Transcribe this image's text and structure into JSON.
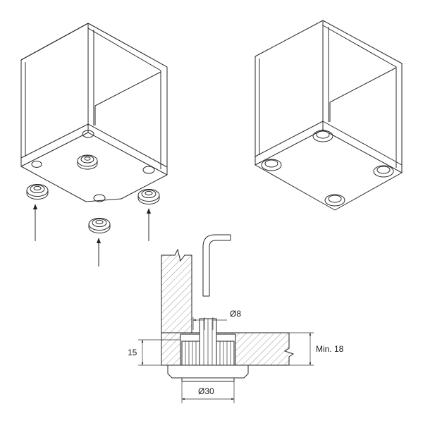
{
  "dimensions": {
    "hole_diameter": "Ø8",
    "height": "15",
    "min_thickness": "Min. 18",
    "glide_diameter": "Ø30"
  }
}
